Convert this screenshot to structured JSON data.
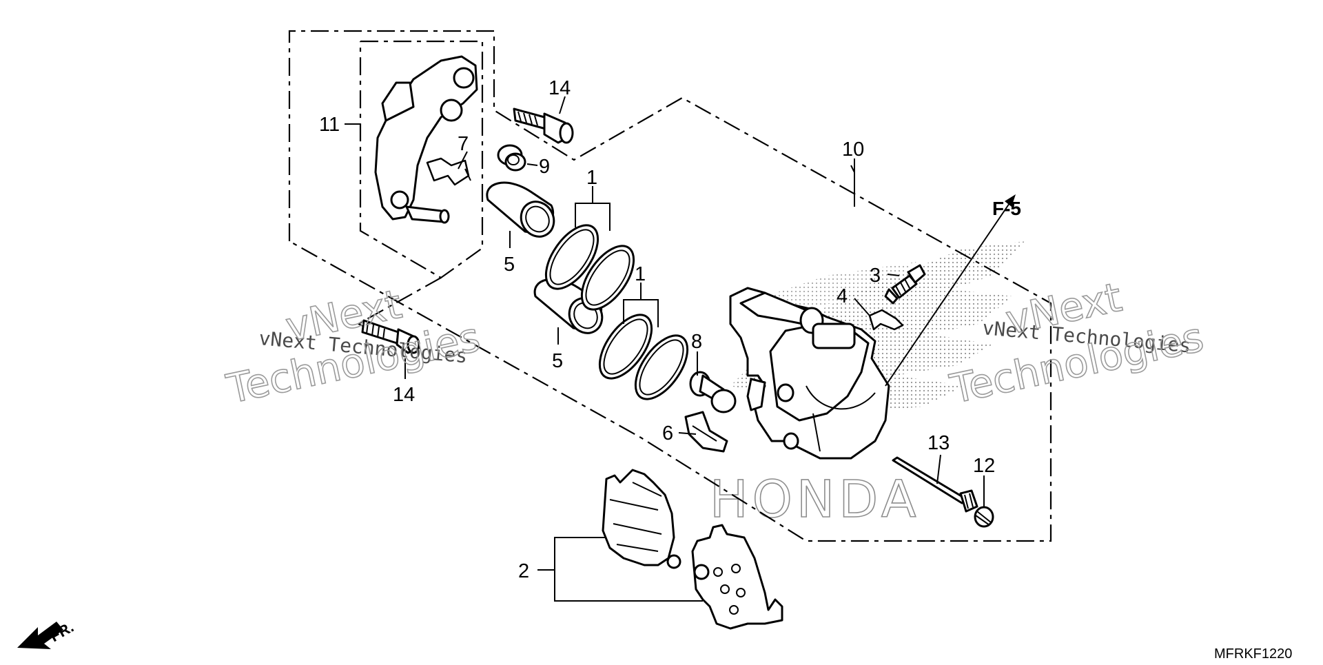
{
  "diagram": {
    "callouts": {
      "c1a": "1",
      "c1b": "1",
      "c2": "2",
      "c3": "3",
      "c4": "4",
      "c5a": "5",
      "c5b": "5",
      "c6": "6",
      "c7": "7",
      "c8": "8",
      "c9": "9",
      "c10": "10",
      "c11": "11",
      "c12": "12",
      "c13": "13",
      "c14a": "14",
      "c14b": "14"
    },
    "reference_label": "F-5",
    "front_label": "FR.",
    "diagram_code": "MFRKF1220",
    "brand_watermark": "HONDA",
    "watermarks": {
      "small_left": "vNext Technologies",
      "big_left_1": "vNext",
      "big_left_2": "Technologies",
      "small_right": "vNext Technologies",
      "big_right_1": "vNext",
      "big_right_2": "Technologies"
    }
  }
}
